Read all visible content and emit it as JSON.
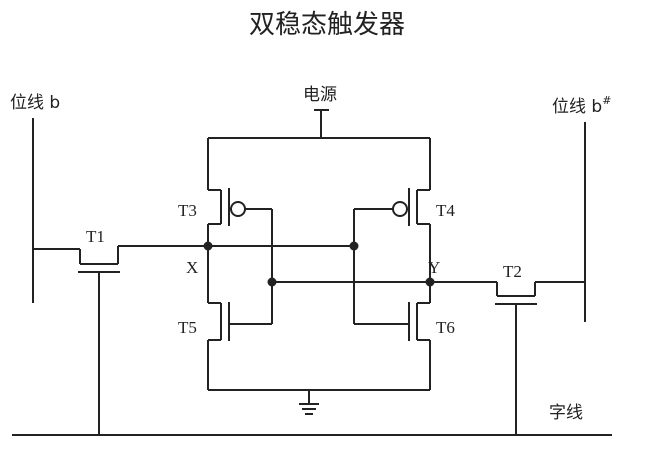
{
  "title": "双稳态触发器",
  "labels": {
    "power": "电源",
    "bitline_left": "位线 b",
    "bitline_right": "位线 b",
    "bitline_right_sup": "#",
    "wordline": "字线",
    "node_x": "X",
    "node_y": "Y"
  },
  "transistors": [
    "T1",
    "T2",
    "T3",
    "T4",
    "T5",
    "T6"
  ]
}
